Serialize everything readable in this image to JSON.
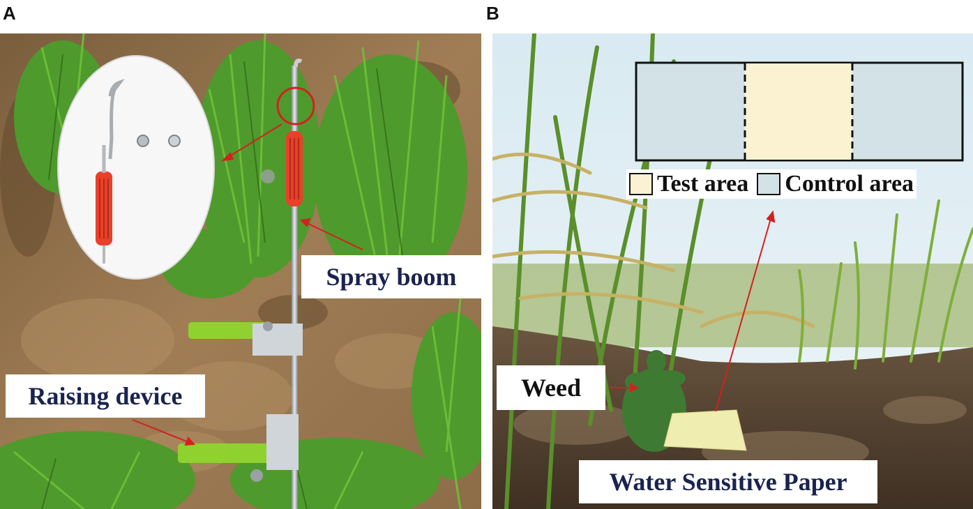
{
  "panel_a": {
    "letter": "A",
    "labels": {
      "spray_boom": "Spray boom",
      "raising_device": "Raising device"
    }
  },
  "panel_b": {
    "letter": "B",
    "labels": {
      "weed": "Weed",
      "water_sensitive_paper": "Water Sensitive Paper"
    },
    "legend": {
      "test_area": "Test area",
      "control_area": "Control area"
    }
  },
  "colors": {
    "label_text": "#1a2350",
    "arrow": "#d42020",
    "handle": "#e8402a",
    "raising_device": "#8fd12e",
    "test_area": "#fbf2d2",
    "control_area": "#d3e2e6",
    "soil": "#8a6a45",
    "grass": "#4f9a2c"
  }
}
